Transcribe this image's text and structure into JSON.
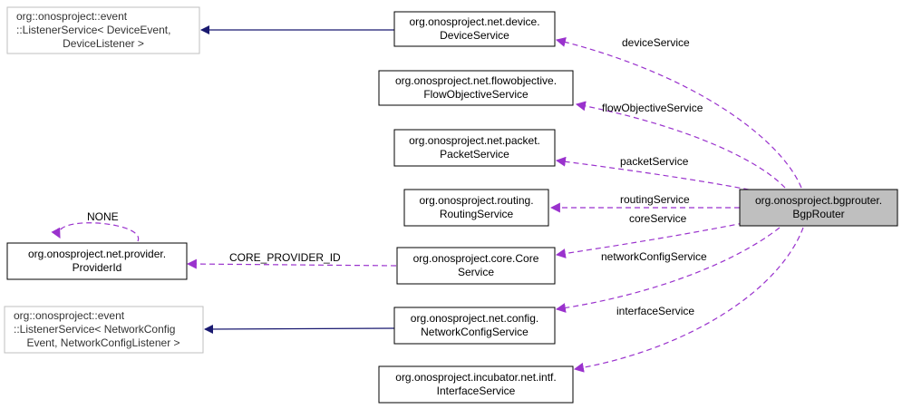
{
  "diagram": {
    "colors": {
      "inheritance": "#191970",
      "usage": "#9a32cd",
      "focus_fill": "#bfbfbf",
      "external_border": "#bfbfbf",
      "node_border": "#000000"
    },
    "nodes": {
      "listener_device": {
        "line1": "org::onosproject::event",
        "line2": "::ListenerService< DeviceEvent,",
        "line3": "DeviceListener >"
      },
      "device_service": {
        "line1": "org.onosproject.net.device.",
        "line2": "DeviceService"
      },
      "flow_objective": {
        "line1": "org.onosproject.net.flowobjective.",
        "line2": "FlowObjectiveService"
      },
      "packet_service": {
        "line1": "org.onosproject.net.packet.",
        "line2": "PacketService"
      },
      "routing_service": {
        "line1": "org.onosproject.routing.",
        "line2": "RoutingService"
      },
      "bgp_router": {
        "line1": "org.onosproject.bgprouter.",
        "line2": "BgpRouter"
      },
      "provider_id": {
        "line1": "org.onosproject.net.provider.",
        "line2": "ProviderId"
      },
      "core_service": {
        "line1": "org.onosproject.core.Core",
        "line2": "Service"
      },
      "listener_netcfg": {
        "line1": "org::onosproject::event",
        "line2": "::ListenerService< NetworkConfig",
        "line3": "Event, NetworkConfigListener >"
      },
      "netcfg_service": {
        "line1": "org.onosproject.net.config.",
        "line2": "NetworkConfigService"
      },
      "interface_service": {
        "line1": "org.onosproject.incubator.net.intf.",
        "line2": "InterfaceService"
      }
    },
    "edges": {
      "device_service": "deviceService",
      "flow_objective_service": "flowObjectiveService",
      "packet_service": "packetService",
      "routing_service": "routingService",
      "core_service": "coreService",
      "network_config_service": "networkConfigService",
      "interface_service": "interfaceService",
      "core_provider_id": "CORE_PROVIDER_ID",
      "none": "NONE"
    }
  }
}
